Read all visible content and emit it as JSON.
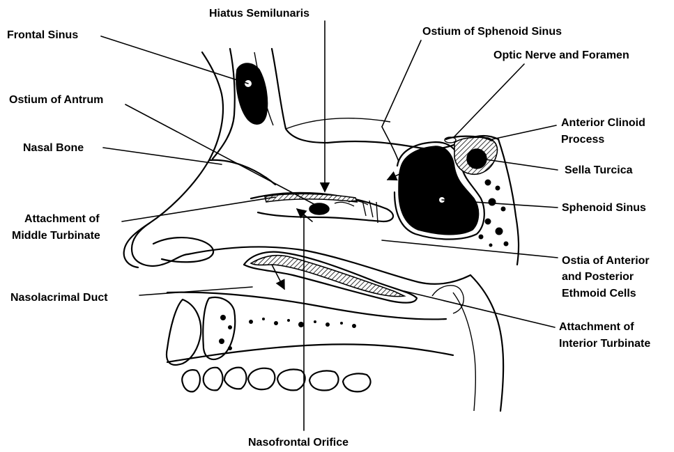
{
  "labels": {
    "hiatus_semilunaris": "Hiatus Semilunaris",
    "frontal_sinus": "Frontal Sinus",
    "ostium_sphenoid_sinus": "Ostium of Sphenoid Sinus",
    "optic_nerve_foramen": "Optic Nerve and Foramen",
    "ostium_antrum": "Ostium of Antrum",
    "anterior_clinoid_1": "Anterior Clinoid",
    "anterior_clinoid_2": "Process",
    "nasal_bone": "Nasal Bone",
    "sella_turcica": "Sella Turcica",
    "attachment_middle_1": "Attachment of",
    "attachment_middle_2": "Middle Turbinate",
    "sphenoid_sinus": "Sphenoid Sinus",
    "ostia_ethmoid_1": "Ostia of Anterior",
    "ostia_ethmoid_2": "and Posterior",
    "ostia_ethmoid_3": "Ethmoid Cells",
    "nasolacrimal_duct": "Nasolacrimal Duct",
    "attachment_interior_1": "Attachment of",
    "attachment_interior_2": "Interior Turbinate",
    "nasofrontal_orifice": "Nasofrontal Orifice"
  }
}
